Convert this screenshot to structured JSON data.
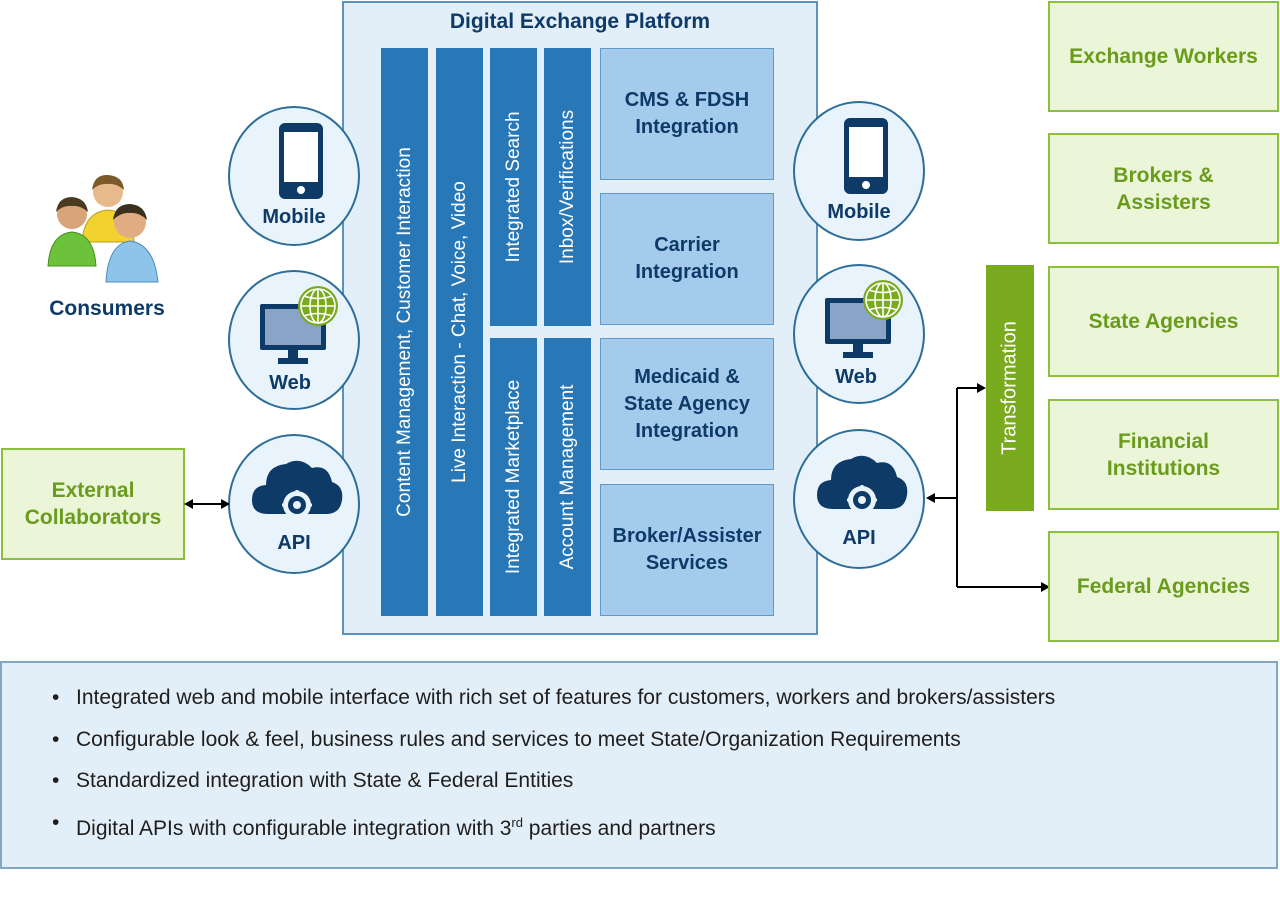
{
  "platform": {
    "title": "Digital Exchange Platform",
    "bars": [
      "Content Management, Customer Interaction",
      "Live Interaction - Chat, Voice, Video",
      "Integrated Search",
      "Inbox/Verifications",
      "Integrated Marketplace",
      "Account Management"
    ],
    "services": [
      "CMS & FDSH Integration",
      "Carrier Integration",
      "Medicaid & State Agency Integration",
      "Broker/Assister Services"
    ]
  },
  "left": {
    "consumers_label": "Consumers",
    "channels": [
      "Mobile",
      "Web",
      "API"
    ],
    "external_collaborators": "External Collaborators"
  },
  "right": {
    "channels": [
      "Mobile",
      "Web",
      "API"
    ],
    "transformation": "Transformation",
    "entities": [
      "Exchange Workers",
      "Brokers & Assisters",
      "State Agencies",
      "Financial Institutions",
      "Federal Agencies"
    ]
  },
  "bullets": {
    "items": [
      "Integrated web and mobile interface with rich set of features for customers, workers and brokers/assisters",
      "Configurable look & feel, business rules and services to meet State/Organization Requirements",
      "Standardized integration with State & Federal Entities"
    ],
    "last_item": {
      "before": "Digital APIs with configurable integration with 3",
      "superscript": "rd",
      "after": " parties and partners"
    }
  },
  "colors": {
    "dark_blue": "#2878b8",
    "light_blue": "#a4cbeb",
    "panel_blue": "#e3eff8",
    "navy_text": "#0e3a68",
    "green": "#7aaa1e",
    "green_fill": "#ebf5d8"
  }
}
